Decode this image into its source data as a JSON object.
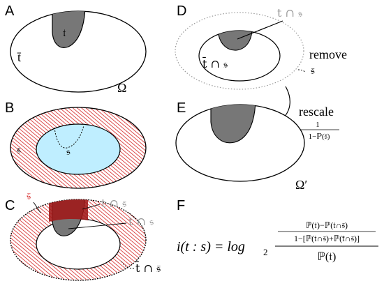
{
  "panels": {
    "A": {
      "letter": "A",
      "set_t": "𝔱",
      "set_t_bar": "t̄",
      "omega": "Ω"
    },
    "B": {
      "letter": "B",
      "set_s": "𝔰",
      "set_s_bar": "𝔰̄"
    },
    "C": {
      "letter": "C",
      "s_bar": "𝔰̄",
      "t_cap_sbar": "t ∩ 𝔰̄",
      "t_cap_s": "t ∩ 𝔰",
      "tbar_cap_sbar": "t̄ ∩ 𝔰̄"
    },
    "D": {
      "letter": "D",
      "t_cap_s": "t ∩ 𝔰",
      "tbar_cap_s": "t̄ ∩ 𝔰",
      "remove": "remove",
      "s_bar": "𝔰̄"
    },
    "E": {
      "letter": "E",
      "rescale": "rescale",
      "frac_num": "1",
      "frac_den": "1−ℙ(𝔰̄)",
      "omega_prime": "Ω′"
    },
    "F": {
      "letter": "F",
      "lhs": "i(t : s) = log",
      "base": "2",
      "num_top": "ℙ(𝔱)−ℙ(𝔱∩𝔰̄)",
      "num_bottom": "1−[ℙ(𝔱∩𝔰̄)+ℙ(𝔱̄∩𝔰̄)]",
      "den": "ℙ(𝔱)"
    }
  },
  "colors": {
    "dark_gray": "#777777",
    "light_blue": "#bfeeff",
    "red_hatch": "#d42020",
    "dark_red": "#a01818",
    "gray_text": "#999999",
    "dotted": "#999999"
  }
}
